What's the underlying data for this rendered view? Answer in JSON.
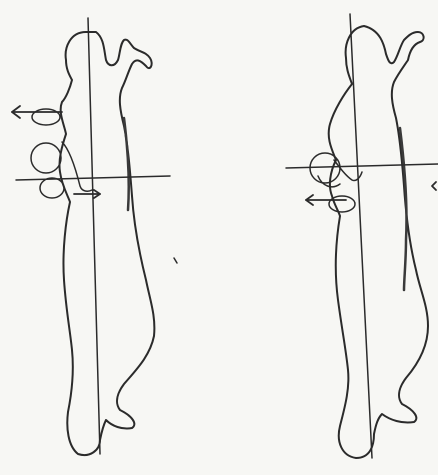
{
  "figures": [
    {
      "id": "left",
      "arrow_direction": "left"
    },
    {
      "id": "right",
      "arrow_direction": "left"
    }
  ],
  "colors": {
    "background": "#f7f7f4",
    "ink": "#2b2b2b"
  }
}
